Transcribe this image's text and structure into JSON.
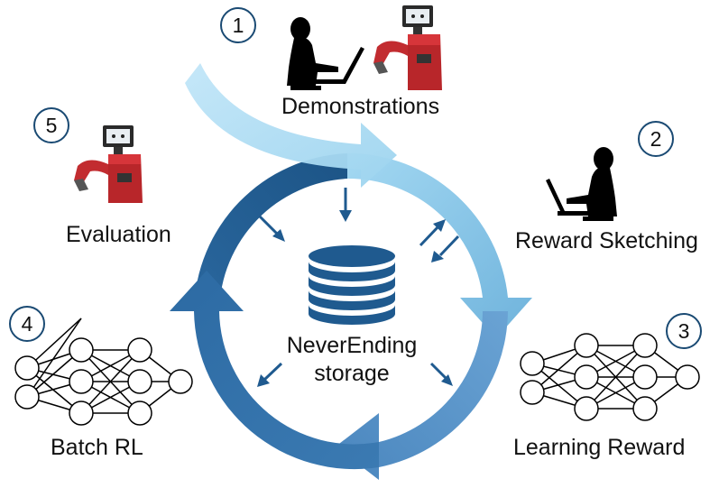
{
  "steps": [
    {
      "number": "1",
      "label": "Demonstrations"
    },
    {
      "number": "2",
      "label": "Reward Sketching"
    },
    {
      "number": "3",
      "label": "Learning Reward"
    },
    {
      "number": "4",
      "label": "Batch RL"
    },
    {
      "number": "5",
      "label": "Evaluation"
    }
  ],
  "storage": {
    "line1": "NeverEnding",
    "line2": "storage"
  },
  "colors": {
    "light_blue": "#a3d8f2",
    "mid_blue": "#7bbfe0",
    "blue": "#5a95c8",
    "dark_blue": "#1d5b8f",
    "robot_red": "#b8262a",
    "circle_border": "#1a4a73"
  },
  "icons": [
    "person-at-laptop-icon",
    "robot-icon",
    "database-icon",
    "neural-network-icon"
  ]
}
